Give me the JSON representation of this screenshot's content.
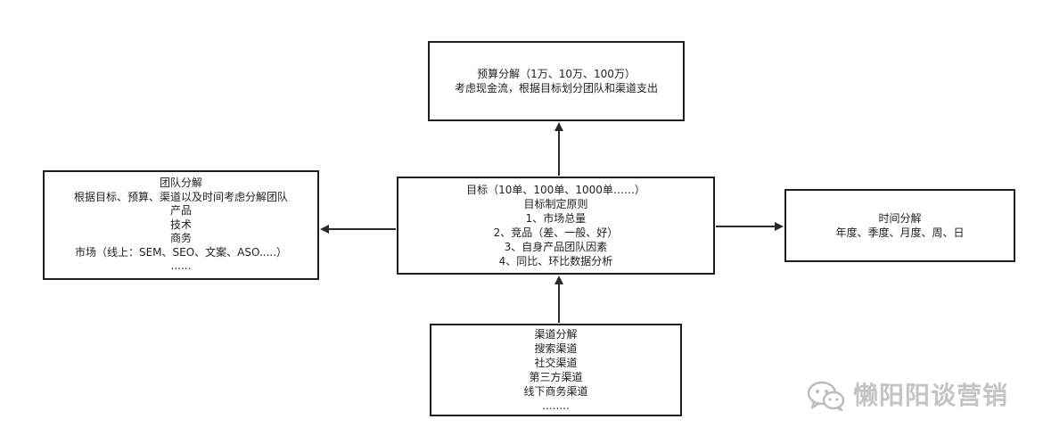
{
  "budget": {
    "lines": [
      "预算分解（1万、10万、100万）",
      "考虑现金流，根据目标划分团队和渠道支出"
    ]
  },
  "goal": {
    "lines": [
      "目标（10单、100单、1000单……）",
      "目标制定原则",
      "1、市场总量",
      "2、竞品（差、一般、好）",
      "3、自身产品团队因素",
      "4、同比、环比数据分析"
    ]
  },
  "team": {
    "lines": [
      "团队分解",
      "根据目标、预算、渠道以及时间考虑分解团队",
      "产品",
      "技术",
      "商务",
      "市场（线上：SEM、SEO、文案、ASO.....）",
      "......"
    ]
  },
  "time": {
    "lines": [
      "时间分解",
      "年度、季度、月度、周、日"
    ]
  },
  "channel": {
    "lines": [
      "渠道分解",
      "搜索渠道",
      "社交渠道",
      "第三方渠道",
      "线下商务渠道",
      "........"
    ]
  },
  "watermark": {
    "text": "懒阳阳谈营销",
    "icon": "wechat-icon"
  },
  "colors": {
    "border": "#1f1f1f",
    "arrow": "#2a2a2a",
    "watermark": "#c4c4c4"
  }
}
